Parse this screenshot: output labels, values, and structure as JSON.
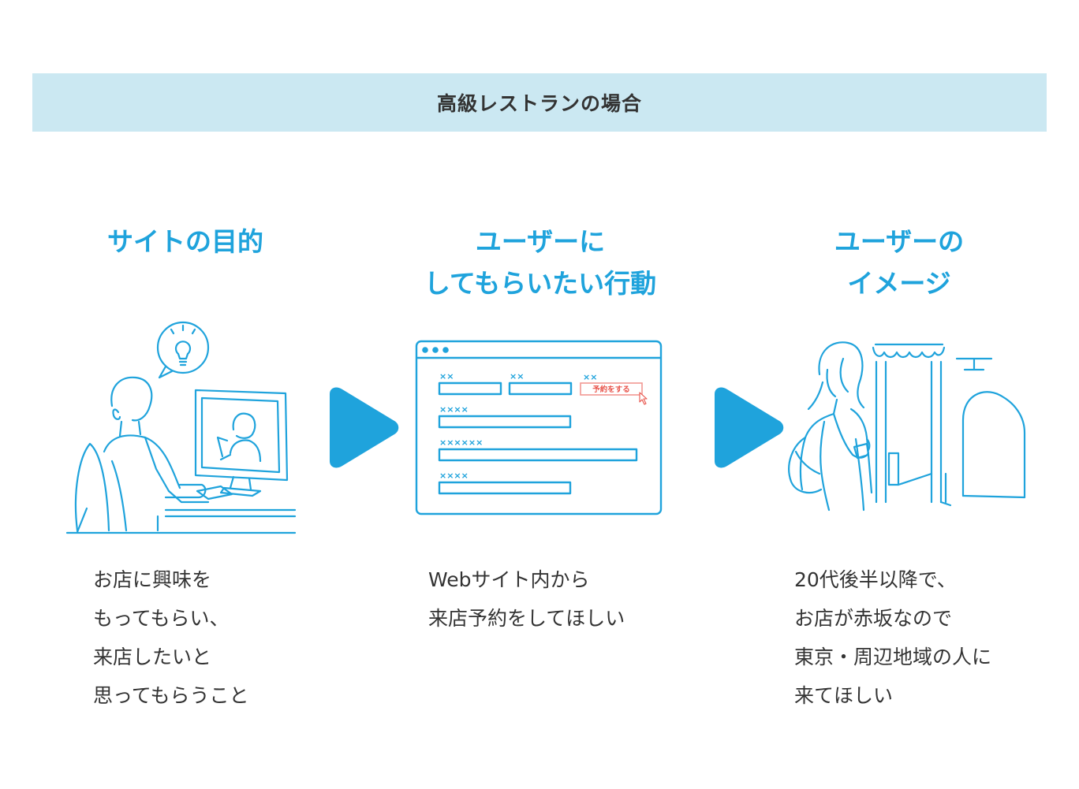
{
  "banner": {
    "title": "高級レストランの場合"
  },
  "colors": {
    "accent": "#1fa3dc",
    "banner_bg": "#cbe8f2",
    "highlight": "#e8534a",
    "text": "#333333"
  },
  "columns": [
    {
      "title_lines": [
        "サイトの目的"
      ],
      "body_lines": [
        "お店に興味を",
        "もってもらい、",
        "来店したいと",
        "思ってもらうこと"
      ],
      "illustration": "person-at-computer-with-idea-icon"
    },
    {
      "title_lines": [
        "ユーザーに",
        "してもらいたい行動"
      ],
      "body_lines": [
        "Webサイト内から",
        "来店予約をしてほしい"
      ],
      "illustration": "reservation-form-browser-icon",
      "form": {
        "labels": [
          "××",
          "××",
          "××",
          "××××",
          "××××××",
          "××××"
        ],
        "button_label": "予約をする"
      }
    },
    {
      "title_lines": [
        "ユーザーの",
        "イメージ"
      ],
      "body_lines": [
        "20代後半以降で、",
        "お店が赤坂なので",
        "東京・周辺地域の人に",
        "来てほしい"
      ],
      "illustration": "woman-at-restaurant-entrance-icon"
    }
  ]
}
